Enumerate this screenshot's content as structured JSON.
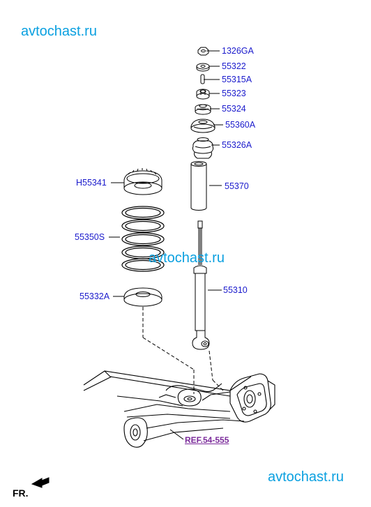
{
  "watermarks": [
    "avtochast.ru",
    "avtochast.ru",
    "avtochast.ru"
  ],
  "parts": [
    {
      "number": "1326GA"
    },
    {
      "number": "55322"
    },
    {
      "number": "55315A"
    },
    {
      "number": "55323"
    },
    {
      "number": "55324"
    },
    {
      "number": "55360A"
    },
    {
      "number": "55326A"
    },
    {
      "number": "H55341"
    },
    {
      "number": "55370"
    },
    {
      "number": "55350S"
    },
    {
      "number": "55310"
    },
    {
      "number": "55332A"
    }
  ],
  "reference": "REF.54-555",
  "direction": "FR.",
  "colors": {
    "label": "#1a1acc",
    "reference": "#7a2a9a",
    "watermark": "#0aa0e0",
    "line": "#000000"
  }
}
